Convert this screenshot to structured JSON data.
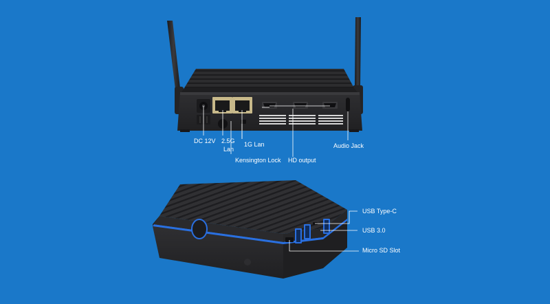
{
  "background_color": "#1a78c9",
  "device_color": "#2b2b2d",
  "accent_color": "#2a6fe0",
  "back_panel_labels": {
    "dc": "DC 12V",
    "lan25_line1": "2.5G",
    "lan25_line2": "Lan",
    "lan1g": "1G  Lan",
    "kensington": "Kensington Lock",
    "hd": "HD output",
    "audio": "Audio Jack"
  },
  "front_panel_labels": {
    "usbc": "USB Type-C",
    "usb3": "USB 3.0",
    "microsd": "Micro SD Slot"
  }
}
